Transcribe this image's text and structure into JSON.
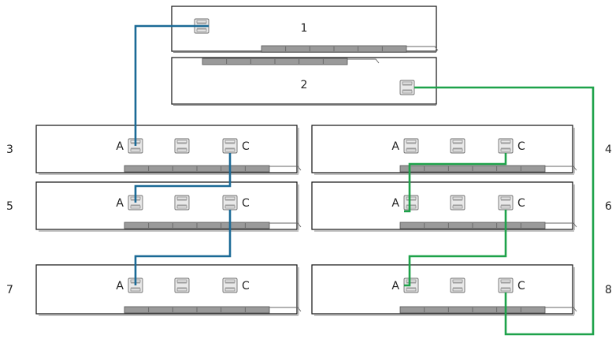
{
  "colors": {
    "cable_blue": "#1b6a96",
    "cable_green": "#1ea24a"
  },
  "controllers": [
    {
      "id": "1",
      "label": "1",
      "port_icon": "sas-port-icon"
    },
    {
      "id": "2",
      "label": "2",
      "port_icon": "sas-port-icon"
    }
  ],
  "shelves": [
    {
      "id": "3",
      "label": "3",
      "ports": [
        {
          "label": "A"
        },
        {
          "label": ""
        },
        {
          "label": "C"
        }
      ]
    },
    {
      "id": "4",
      "label": "4",
      "ports": [
        {
          "label": "A"
        },
        {
          "label": ""
        },
        {
          "label": "C"
        }
      ]
    },
    {
      "id": "5",
      "label": "5",
      "ports": [
        {
          "label": "A"
        },
        {
          "label": ""
        },
        {
          "label": "C"
        }
      ]
    },
    {
      "id": "6",
      "label": "6",
      "ports": [
        {
          "label": "A"
        },
        {
          "label": ""
        },
        {
          "label": "C"
        }
      ]
    },
    {
      "id": "7",
      "label": "7",
      "ports": [
        {
          "label": "A"
        },
        {
          "label": ""
        },
        {
          "label": "C"
        }
      ]
    },
    {
      "id": "8",
      "label": "8",
      "ports": [
        {
          "label": "A"
        },
        {
          "label": ""
        },
        {
          "label": "C"
        }
      ]
    }
  ],
  "connections": [
    {
      "from": "1",
      "to": "3.A",
      "color": "cable_blue"
    },
    {
      "from": "3.C",
      "to": "5.A",
      "color": "cable_blue"
    },
    {
      "from": "5.C",
      "to": "7.A",
      "color": "cable_blue"
    },
    {
      "from": "4.C",
      "to": "6.A",
      "color": "cable_green"
    },
    {
      "from": "6.C",
      "to": "8.A",
      "color": "cable_green"
    },
    {
      "from": "8.C",
      "to": "2",
      "color": "cable_green"
    }
  ]
}
